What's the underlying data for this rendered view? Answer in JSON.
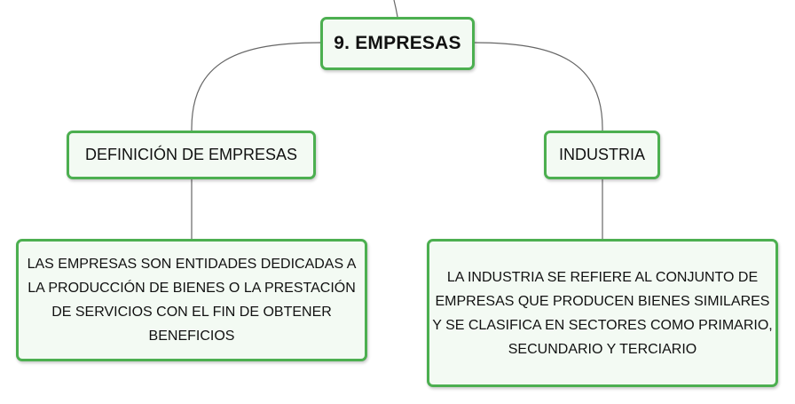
{
  "root": {
    "label": "9. EMPRESAS"
  },
  "branches": [
    {
      "label": "DEFINICIÓN DE EMPRESAS",
      "detail": "LAS EMPRESAS SON ENTIDADES DEDICADAS A LA PRODUCCIÓN DE BIENES O LA PRESTACIÓN DE SERVICIOS CON EL FIN DE OBTENER BENEFICIOS"
    },
    {
      "label": "INDUSTRIA",
      "detail": "LA INDUSTRIA SE REFIERE AL CONJUNTO DE EMPRESAS QUE PRODUCEN BIENES SIMILARES Y SE CLASIFICA EN SECTORES COMO PRIMARIO, SECUNDARIO Y TERCIARIO"
    }
  ],
  "colors": {
    "node_border": "#4caf50",
    "node_fill": "#f3faf3",
    "connector": "#666666"
  }
}
